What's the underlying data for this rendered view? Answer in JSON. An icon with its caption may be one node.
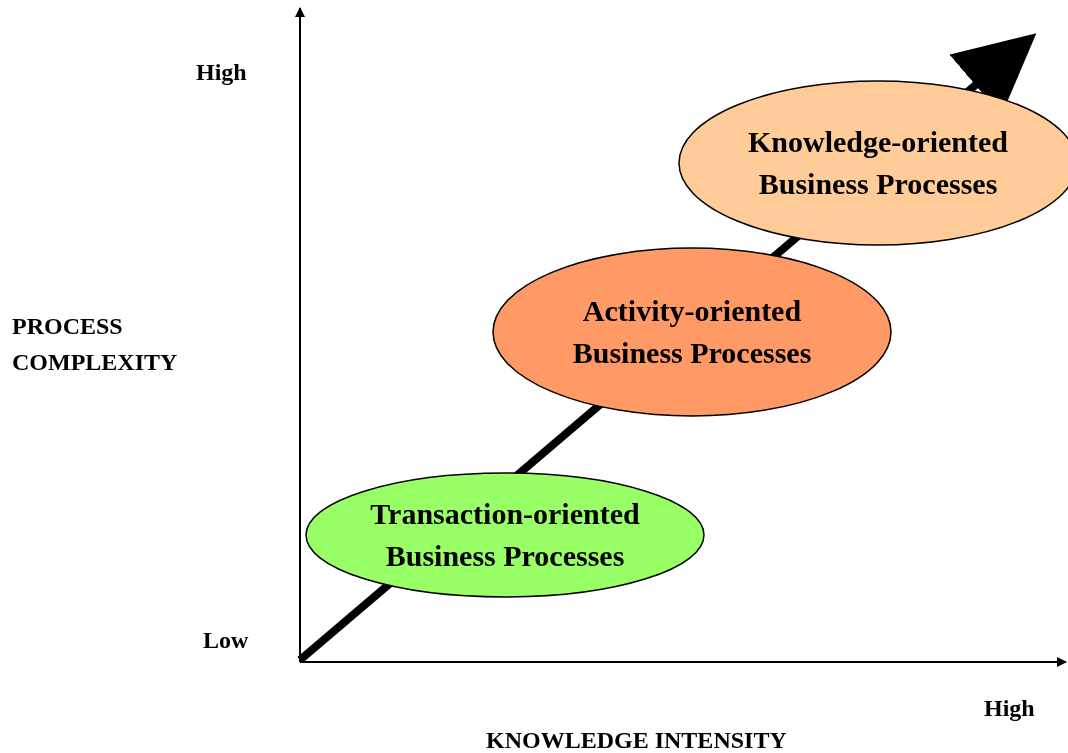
{
  "diagram": {
    "nodes": [
      {
        "text": [
          "Knowledge-oriented Business Processes"
        ]
      },
      {
        "text": [
          "Activity-oriented Business Processes"
        ]
      },
      {
        "text": [
          "Transaction-oriented Business Processes"
        ]
      }
    ],
    "labels": [
      "High",
      "PROCESS COMPLEXITY",
      "Low",
      "High",
      "KNOWLEDGE INTENSITY"
    ]
  }
}
